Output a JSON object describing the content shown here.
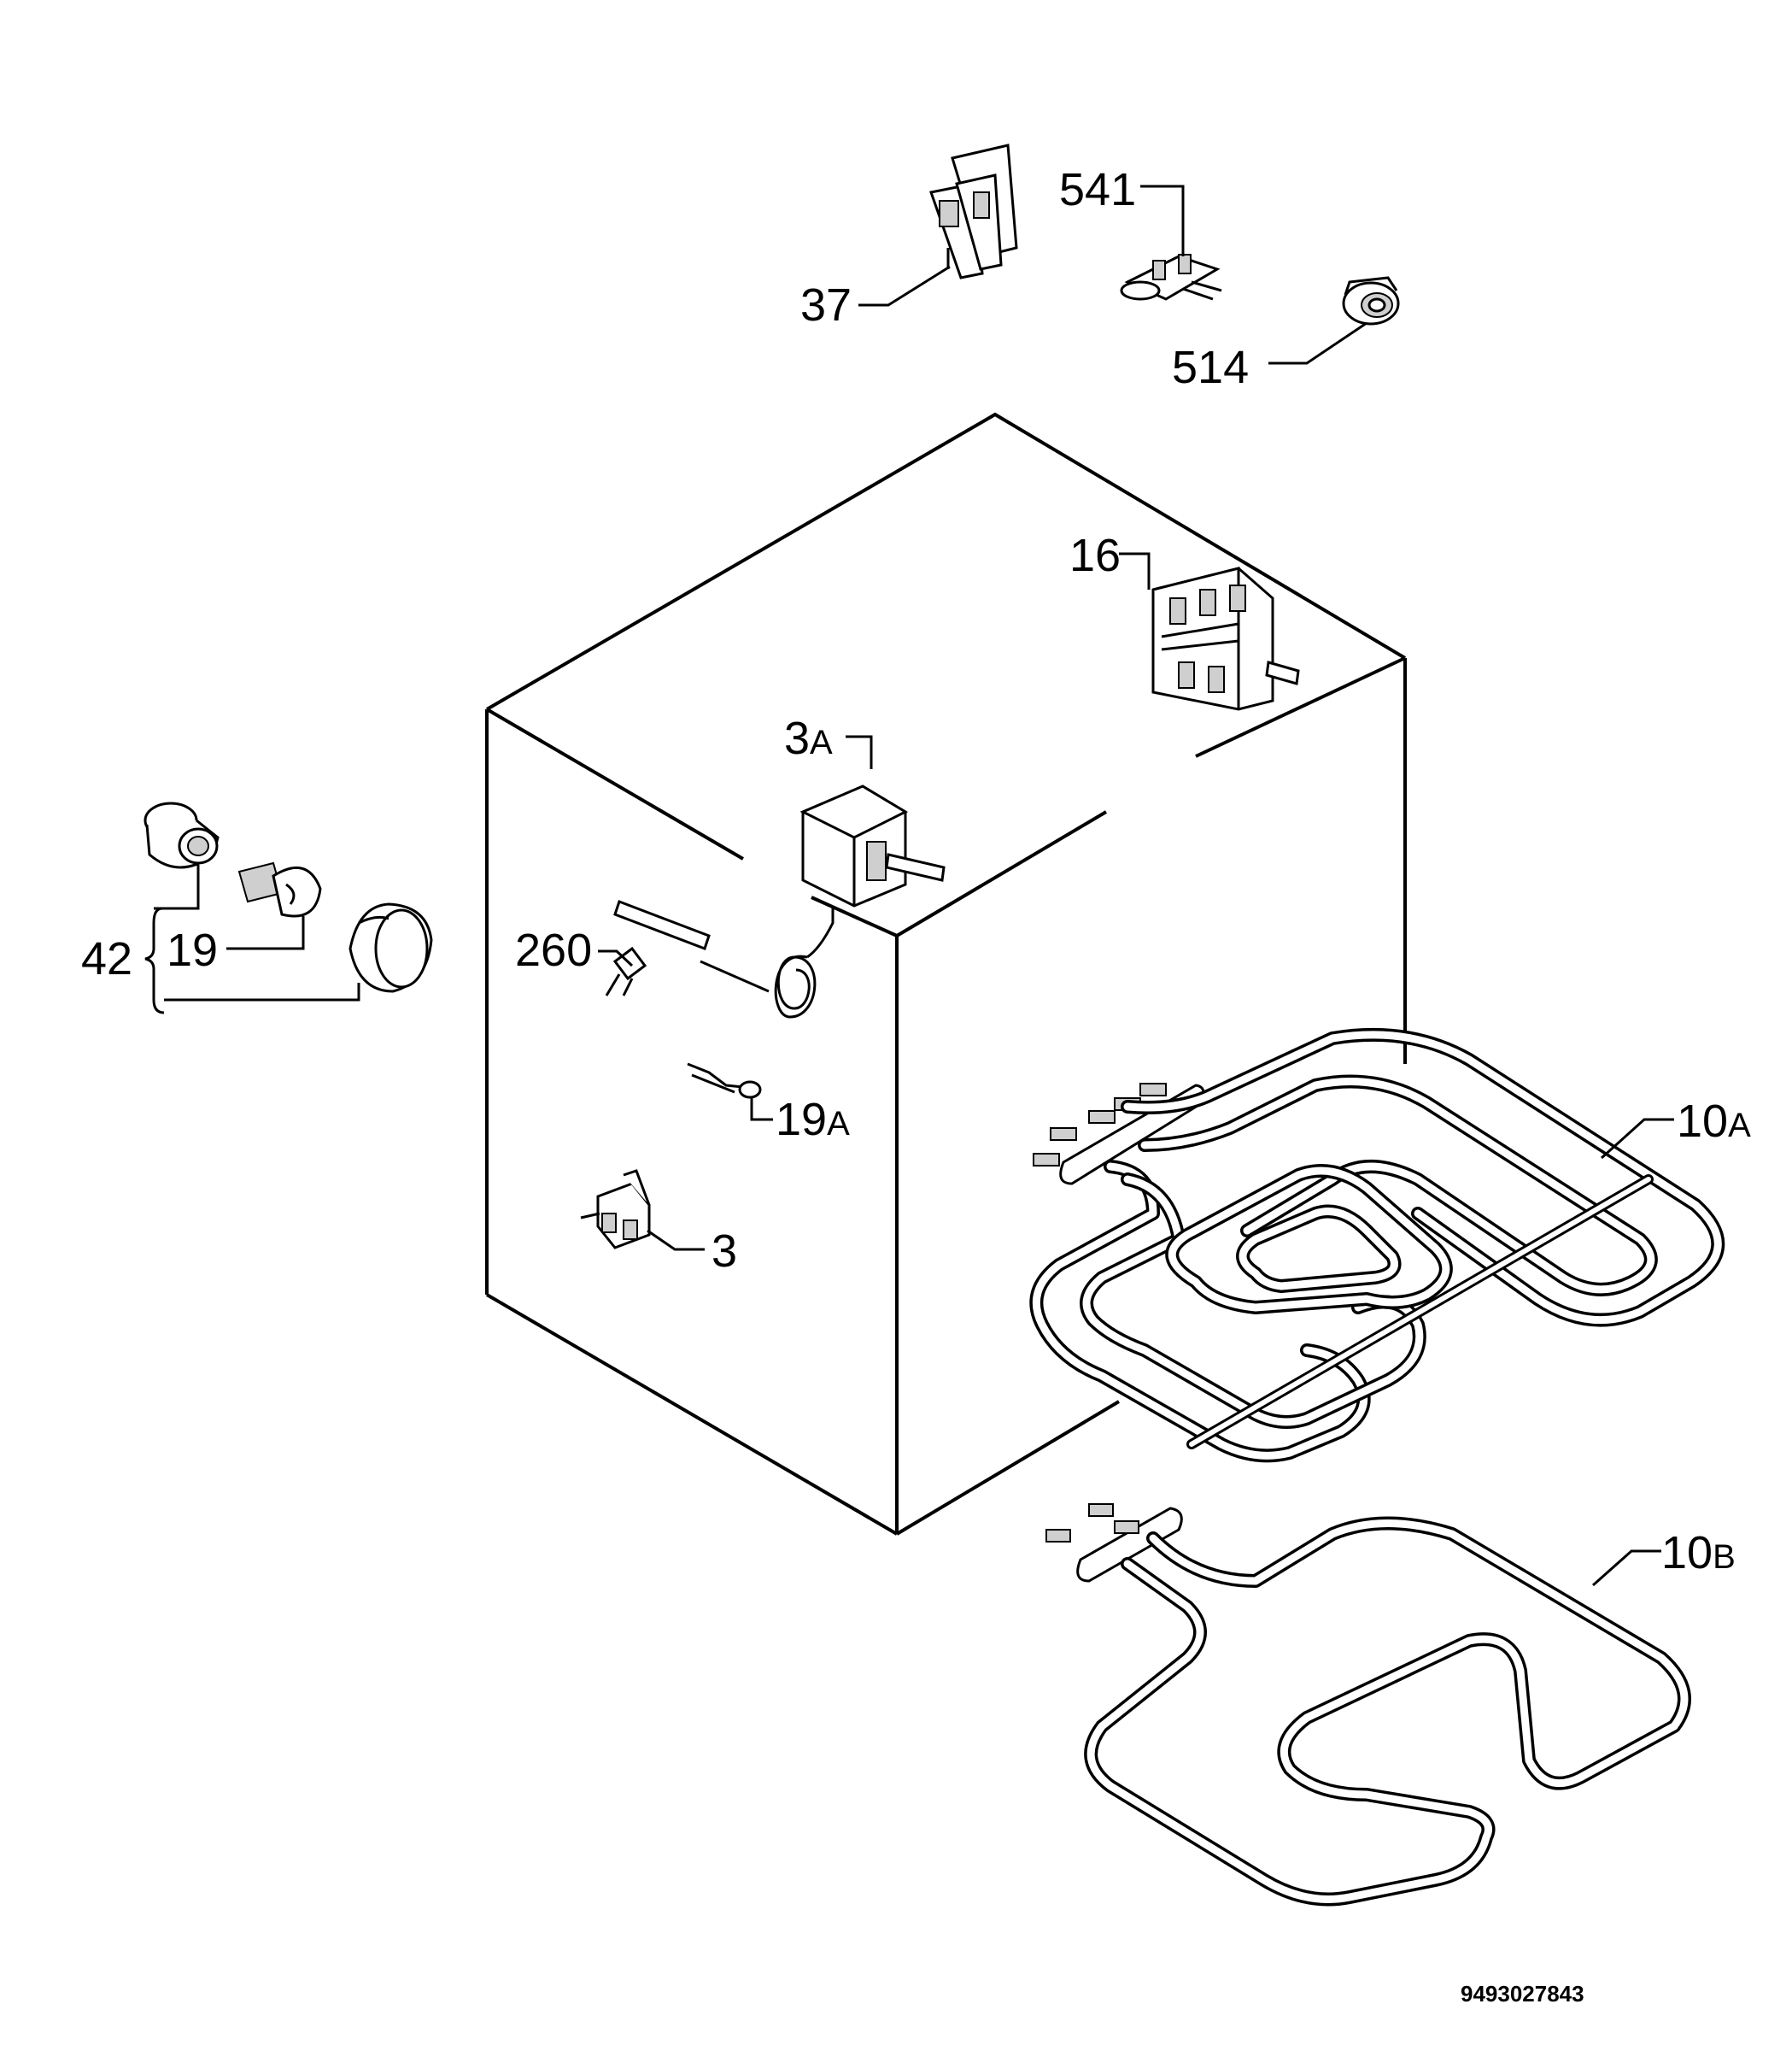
{
  "labels": {
    "part_37": "37",
    "part_541": "541",
    "part_514": "514",
    "part_16": "16",
    "part_3A_num": "3",
    "part_3A_suffix": "A",
    "part_260": "260",
    "part_42": "42",
    "part_19": "19",
    "part_19A_num": "19",
    "part_19A_suffix": "A",
    "part_3": "3",
    "part_10A_num": "10",
    "part_10A_suffix": "A",
    "part_10B_num": "10",
    "part_10B_suffix": "B"
  },
  "document_number": "9493027843"
}
